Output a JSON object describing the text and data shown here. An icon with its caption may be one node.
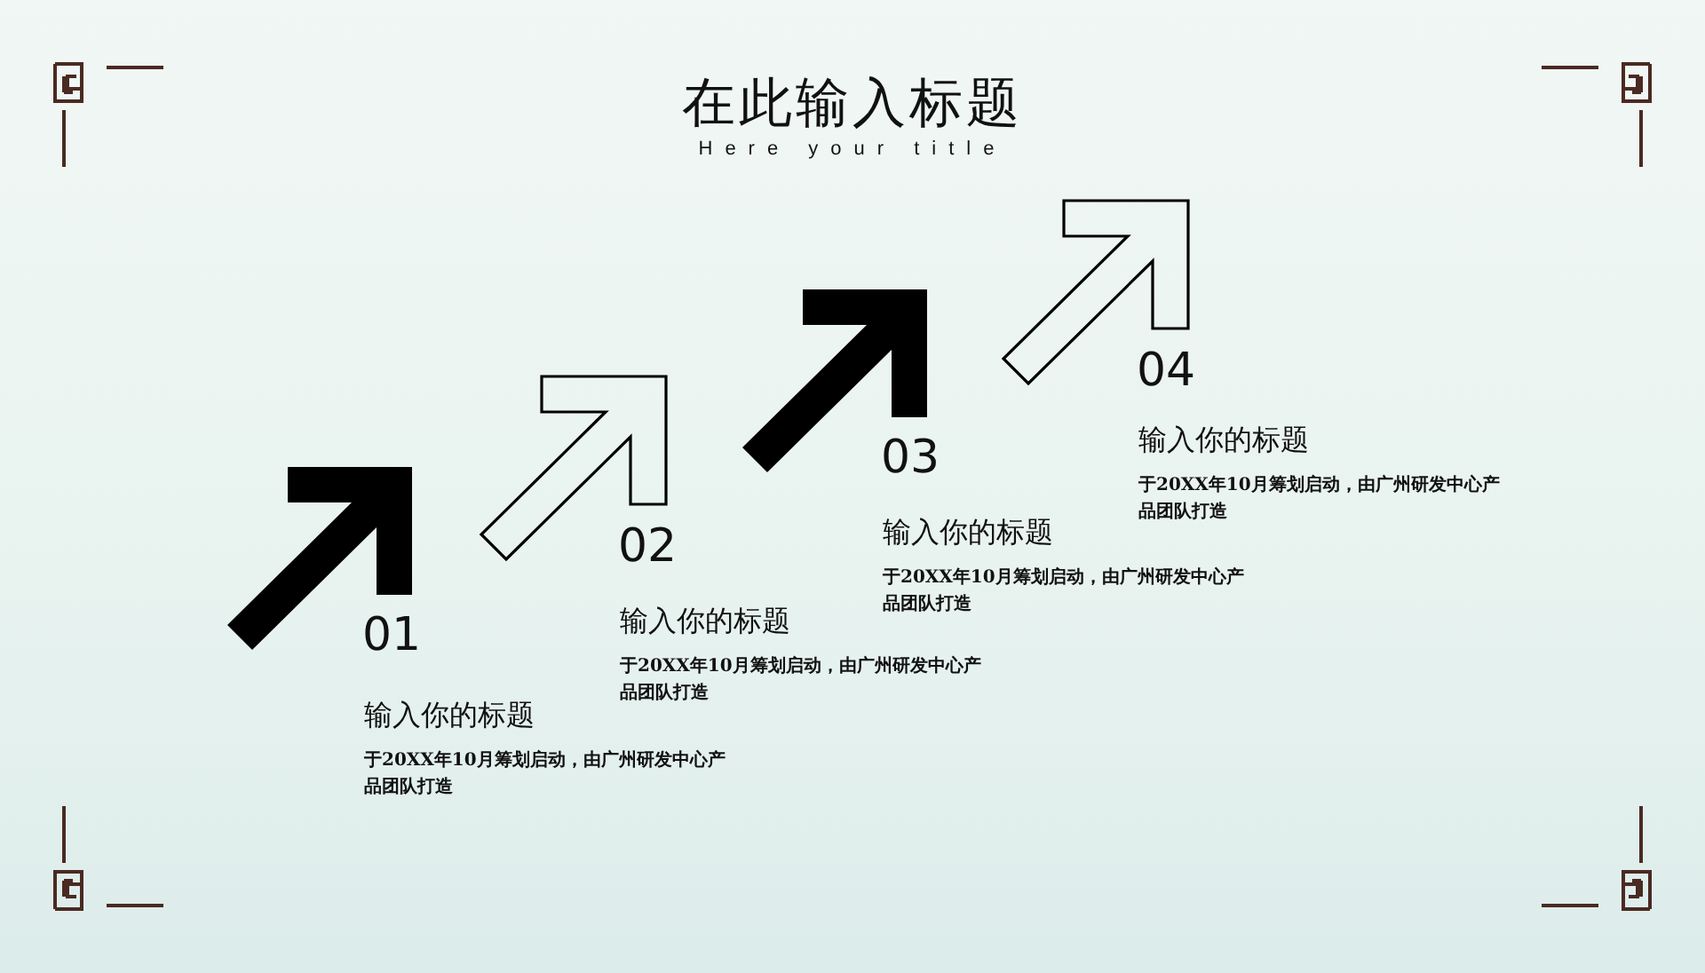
{
  "diagram": {
    "title": "在此输入标题",
    "labels": [
      "Here your title",
      "01",
      "输入你的标题",
      "于20XX年10月筹划启动，由广州研发中心产品团队打造",
      "02",
      "输入你的标题",
      "于20XX年10月筹划启动，由广州研发中心产品团队打造",
      "03",
      "输入你的标题",
      "于20XX年10月筹划启动，由广州研发中心产品团队打造",
      "04",
      "输入你的标题",
      "于20XX年10月筹划启动，由广州研发中心产品团队打造"
    ]
  }
}
